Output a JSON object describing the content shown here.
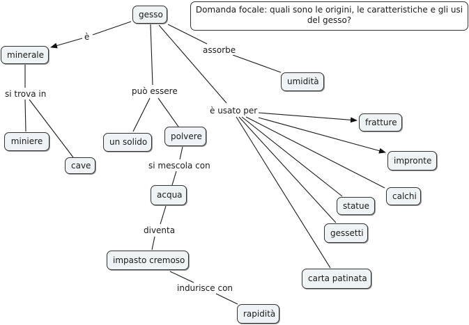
{
  "focus_question": "Domanda focale: quali sono le origini, le caratteristiche e gli usi del gesso?",
  "concepts": {
    "gesso": "gesso",
    "minerale": "minerale",
    "miniere": "miniere",
    "cave": "cave",
    "un_solido": "un solido",
    "polvere": "polvere",
    "acqua": "acqua",
    "impasto_cremoso": "impasto cremoso",
    "rapidita": "rapidità",
    "umidita": "umidità",
    "fratture": "fratture",
    "impronte": "impronte",
    "calchi": "calchi",
    "statue": "statue",
    "gessetti": "gessetti",
    "carta_patinata": "carta patinata"
  },
  "linking_phrases": {
    "e": "è",
    "si_trova_in": "si trova in",
    "puo_essere": "può essere",
    "assorbe": "assorbe",
    "e_usato_per": "è usato per",
    "si_mescola_con": "si mescola con",
    "diventa": "diventa",
    "indurisce_con": "indurisce con"
  },
  "colors": {
    "node_fill": "#eef3f5",
    "line": "#1a1a1a"
  }
}
